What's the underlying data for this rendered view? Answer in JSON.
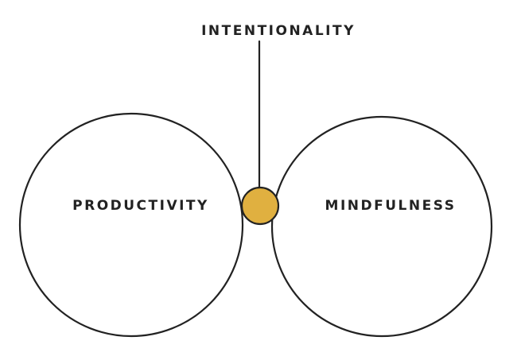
{
  "diagram": {
    "type": "venn",
    "top_label": "INTENTIONALITY",
    "left_set": {
      "label": "PRODUCTIVITY"
    },
    "right_set": {
      "label": "MINDFULNESS"
    },
    "intersection_marker": {
      "shape": "dot"
    }
  },
  "colors": {
    "background": "#ffffff",
    "line": "#222222",
    "marker_fill": "#E0B040"
  }
}
